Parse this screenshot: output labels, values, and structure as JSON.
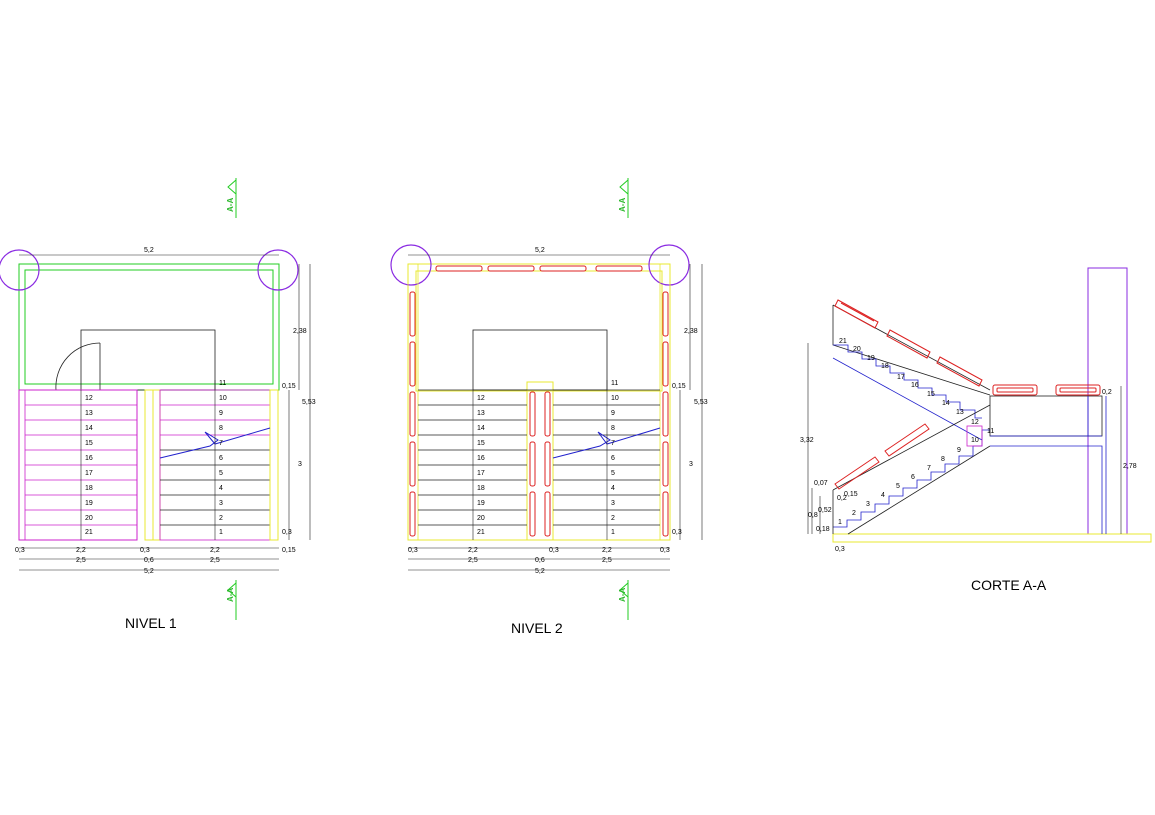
{
  "titles": {
    "plan1": "NIVEL 1",
    "plan2": "NIVEL 2",
    "section": "CORTE A-A"
  },
  "section_marker": "A-A",
  "plan_dims": {
    "total_width": "5,2",
    "run_width": "2,2",
    "half_width": "2,5",
    "gap_width": "0,6",
    "gap_half": "0,3",
    "wall": "0,15",
    "wall_l": "0,15",
    "landing_depth": "2,38",
    "total_depth": "5,53",
    "flight_len": "3",
    "step_depth": "0,3"
  },
  "steps_left_column": [
    "12",
    "13",
    "14",
    "15",
    "16",
    "17",
    "18",
    "19",
    "20",
    "21"
  ],
  "steps_right_column": [
    "11",
    "10",
    "9",
    "8",
    "7",
    "6",
    "5",
    "4",
    "3",
    "2",
    "1"
  ],
  "section_steps_upper": [
    "21",
    "20",
    "19",
    "18",
    "17",
    "16",
    "15",
    "14",
    "13",
    "12"
  ],
  "section_steps_lower": [
    "11",
    "10",
    "9",
    "8",
    "7",
    "6",
    "5",
    "4",
    "3",
    "2",
    "1"
  ],
  "section_dims": {
    "height_total": "3,32",
    "height_right": "2,78",
    "d1": "0,07",
    "d2": "0,2",
    "d3": "0,15",
    "d4": "0,52",
    "d5": "0,8",
    "d6": "0,18",
    "d7": "0,3",
    "d8": "0,2"
  },
  "colors": {
    "green": "#22cc22",
    "magenta": "#cc22cc",
    "yellow": "#e8e830",
    "purple": "#8a2be2",
    "blue": "#2222cc",
    "red": "#dd2222",
    "black": "#222222"
  }
}
